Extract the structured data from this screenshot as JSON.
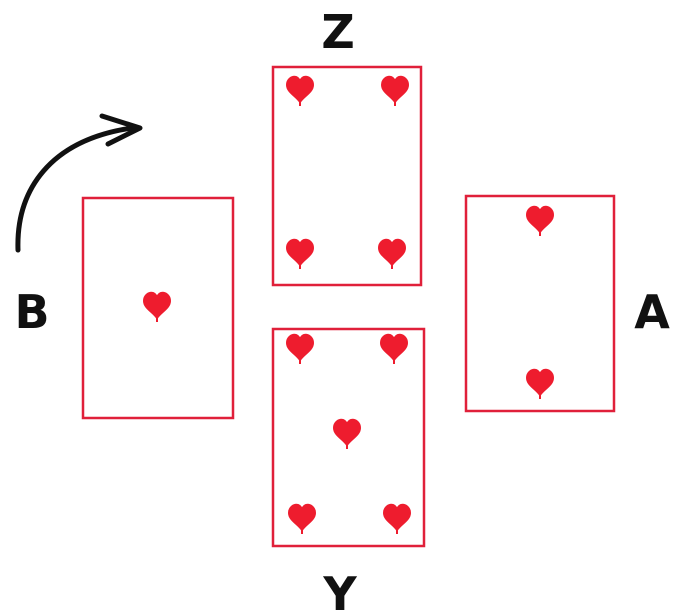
{
  "cards": [
    {
      "label": "B",
      "pips": 1,
      "suit": "heart"
    },
    {
      "label": "Z",
      "pips": 4,
      "suit": "heart"
    },
    {
      "label": "A",
      "pips": 2,
      "suit": "heart"
    },
    {
      "label": "Y",
      "pips": 5,
      "suit": "heart"
    }
  ],
  "arrow": {
    "icon": "curved-arrow-icon",
    "direction": "clockwise"
  },
  "colors": {
    "card_border": "#e0203a",
    "heart": "#ee1c2e",
    "text": "#111111"
  }
}
